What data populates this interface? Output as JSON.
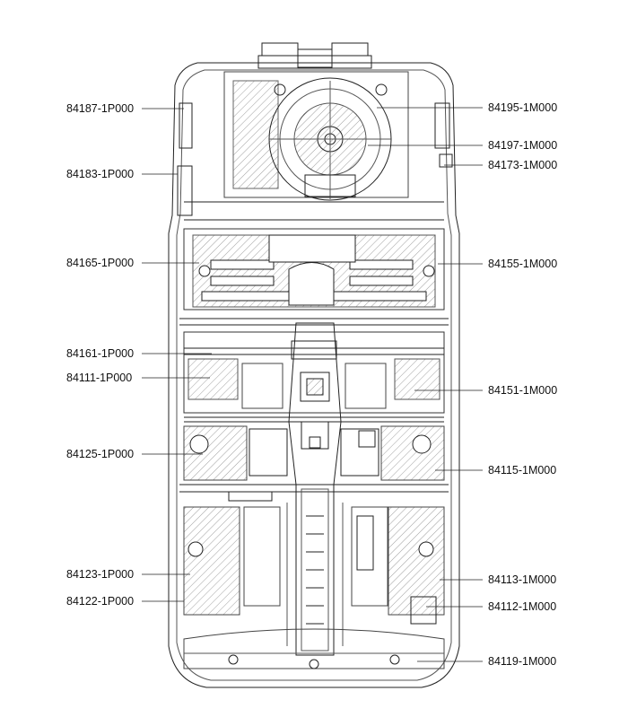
{
  "labels_left": [
    "84187-1P000",
    "84183-1P000",
    "84165-1P000",
    "84161-1P000",
    "84111-1P000",
    "84125-1P000",
    "84123-1P000",
    "84122-1P000"
  ],
  "labels_right": [
    "84195-1M000",
    "84197-1M000",
    "84173-1M000",
    "84155-1M000",
    "84151-1M000",
    "84115-1M000",
    "84113-1M000",
    "84112-1M000",
    "84119-1M000"
  ]
}
